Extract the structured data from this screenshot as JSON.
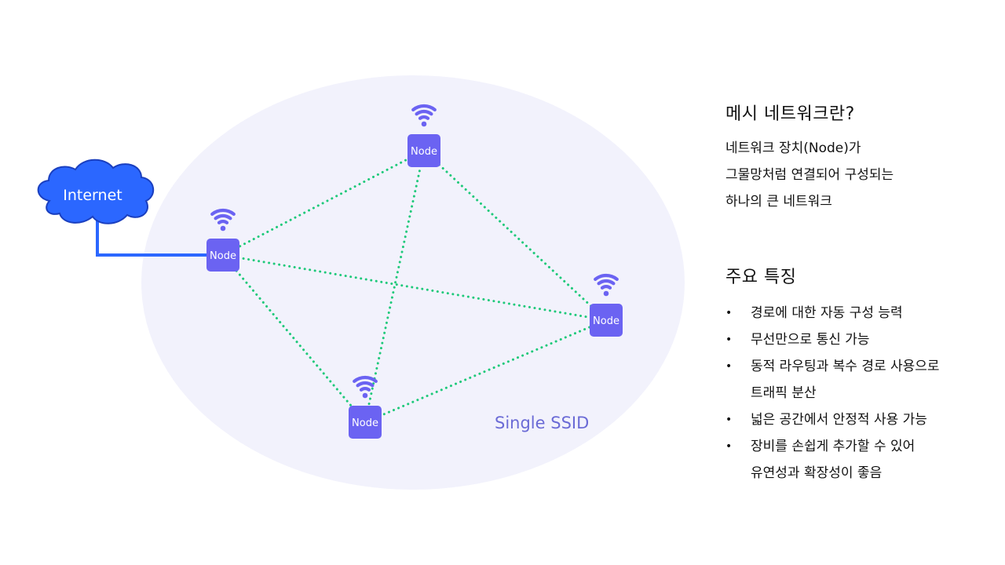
{
  "colors": {
    "node": "#6b63f2",
    "link": "#1ec97a",
    "internet": "#2b67ff",
    "ellipse": "#f2f2fc",
    "ssid": "#6b6bd6"
  },
  "diagram": {
    "internet_label": "Internet",
    "ssid_label": "Single SSID",
    "node_label": "Node",
    "icons": {
      "wifi": "wifi-icon",
      "cloud": "cloud-icon"
    }
  },
  "info": {
    "title": "메시 네트워크란?",
    "description": [
      "네트워크 장치(Node)가",
      "그물망처럼 연결되어 구성되는",
      "하나의 큰 네트워크"
    ],
    "features_title": "주요 특징",
    "features": [
      [
        "경로에 대한 자동 구성 능력"
      ],
      [
        "무선만으로 통신 가능"
      ],
      [
        "동적 라우팅과 복수 경로 사용으로",
        "트래픽 분산"
      ],
      [
        "넓은 공간에서 안정적 사용 가능"
      ],
      [
        "장비를 손쉽게 추가할 수 있어",
        "유연성과 확장성이 좋음"
      ]
    ]
  }
}
